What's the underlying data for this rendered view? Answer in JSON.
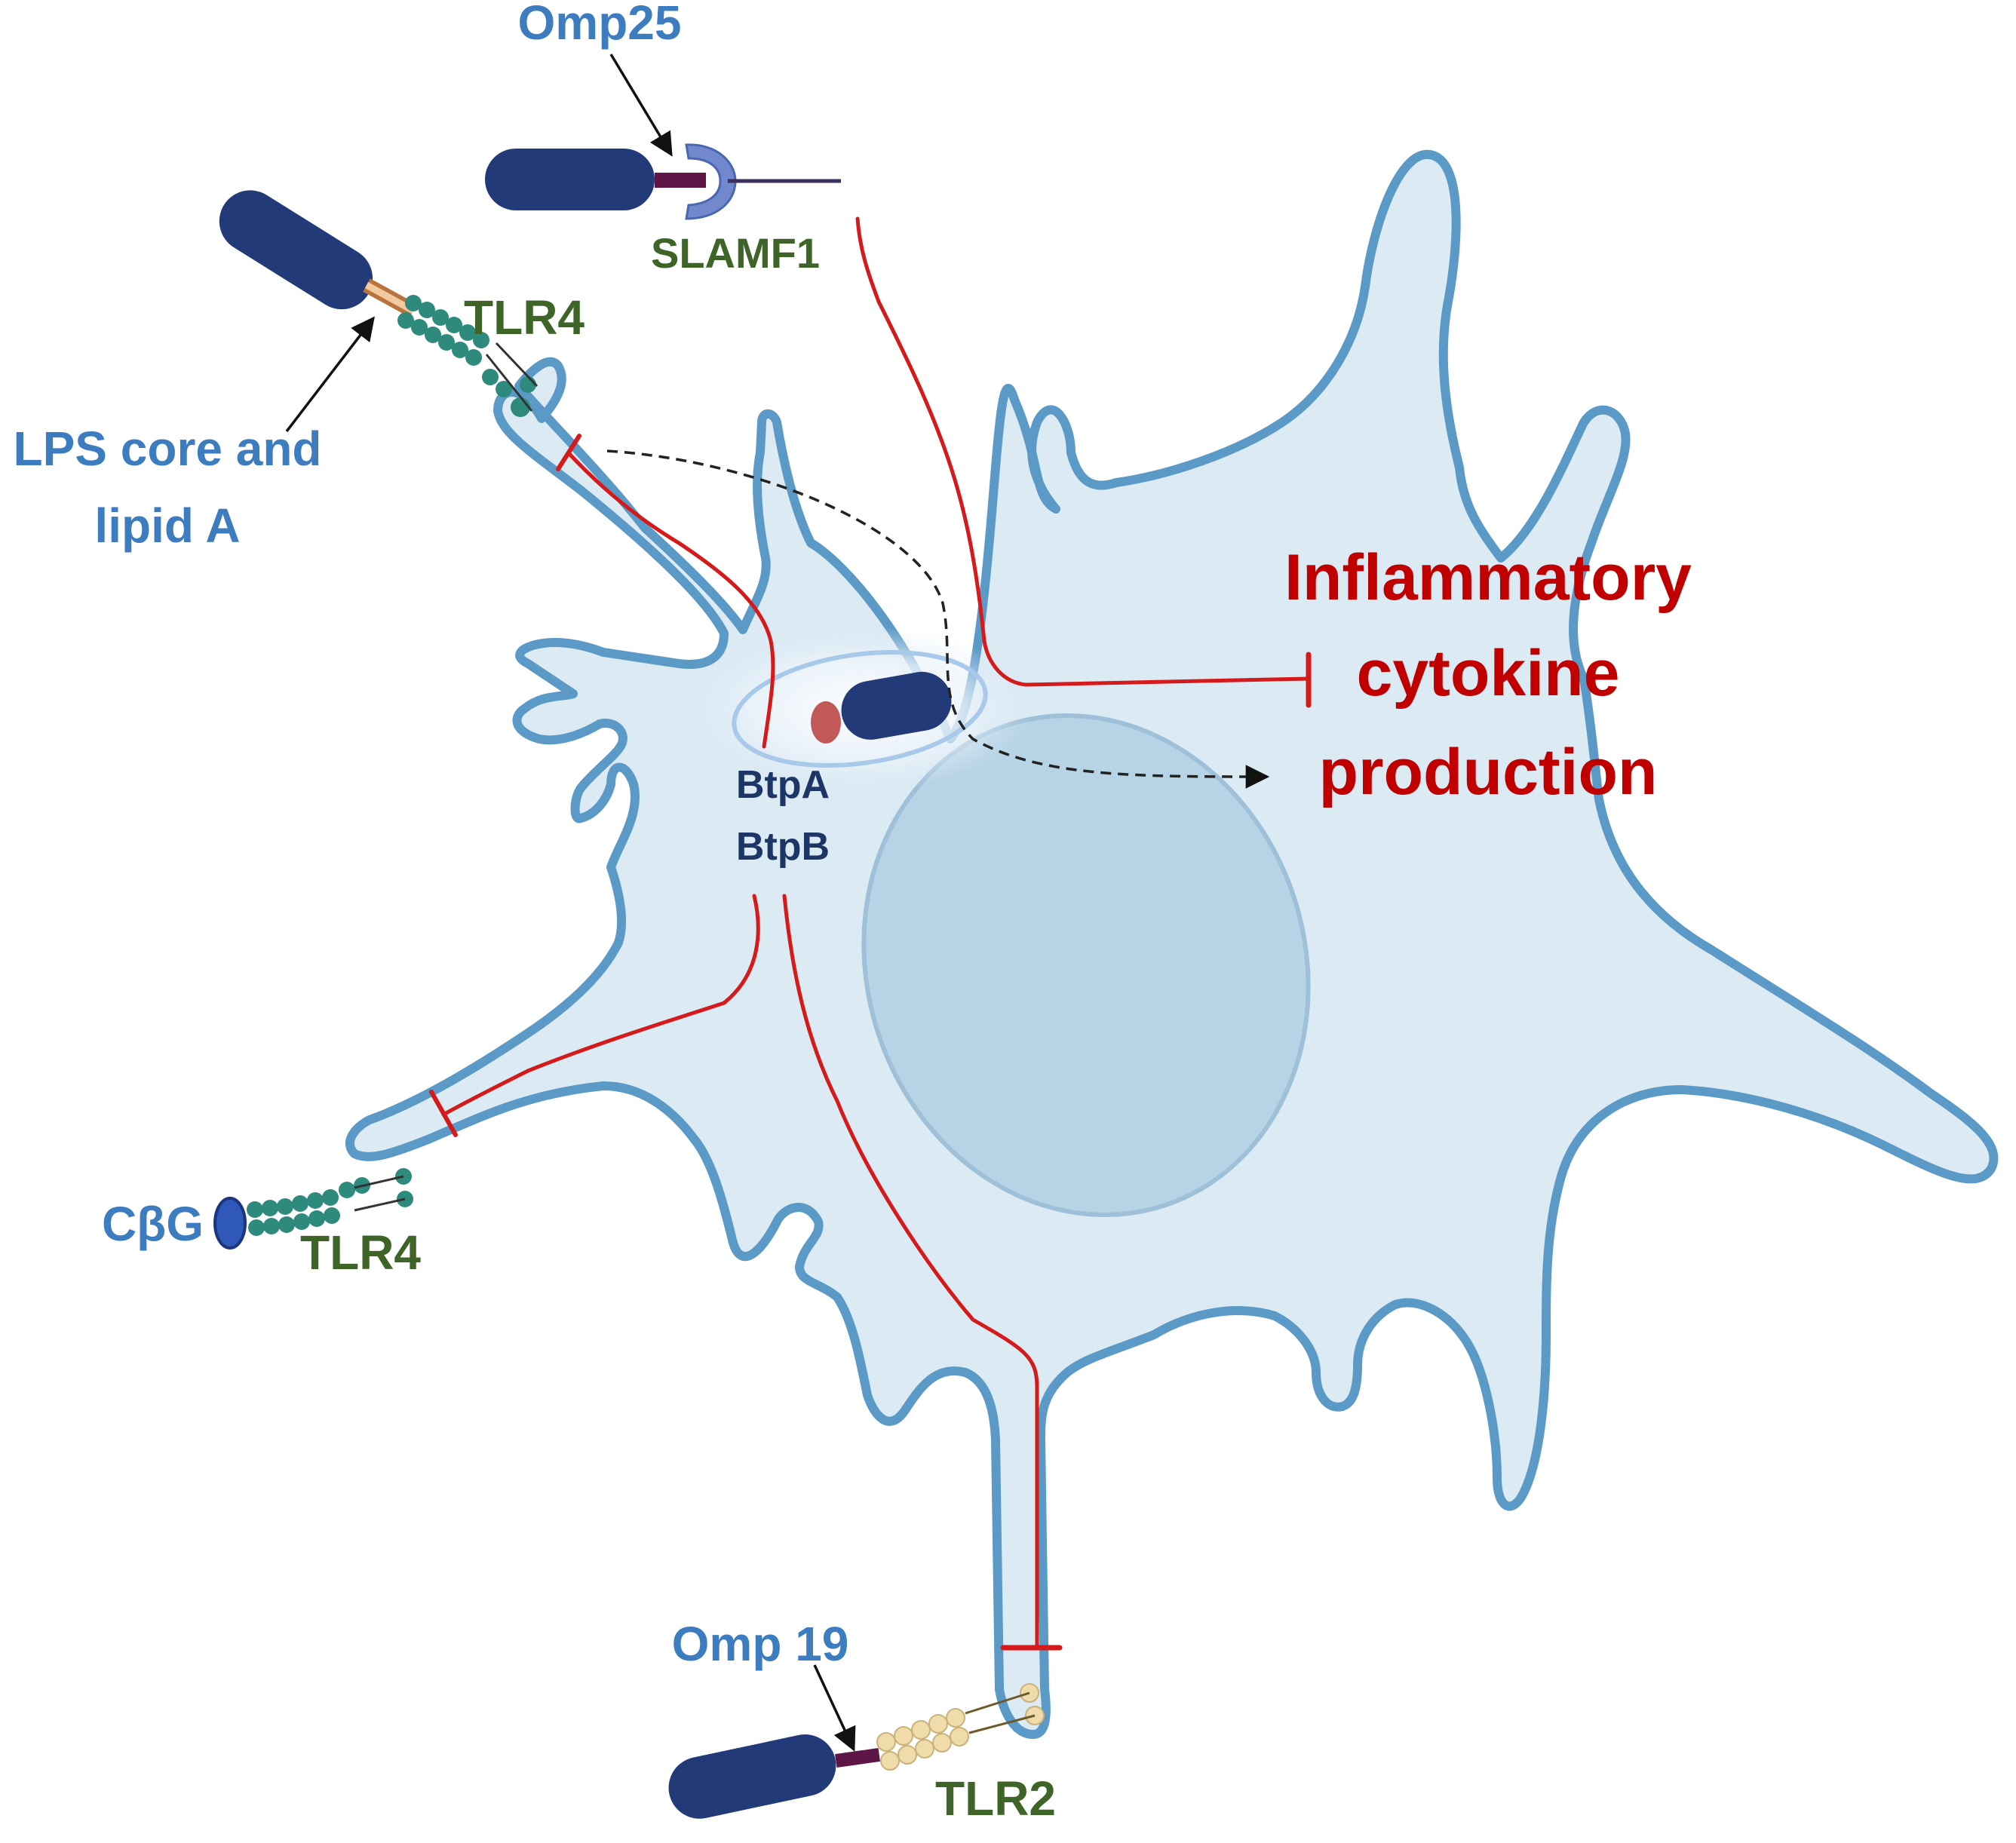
{
  "labels": {
    "omp25": "Omp25",
    "slamf1": "SLAMF1",
    "tlr4_top": "TLR4",
    "lps_line1": "LPS core and",
    "lps_line2": "lipid A",
    "btpa": "BtpA",
    "btpb": "BtpB",
    "inflammatory_line1": "Inflammatory",
    "inflammatory_line2": "cytokine",
    "inflammatory_line3": "production",
    "cbg": "CβG",
    "tlr4_bottom": "TLR4",
    "omp19": "Omp 19",
    "tlr2": "TLR2"
  },
  "colors": {
    "cell_fill": "#dceaf4",
    "cell_outline": "#5b9ac7",
    "nucleus_fill": "#b7d3e6",
    "bacterium": "#223a78",
    "tlr4_beads": "#2e8a7c",
    "tlr2_beads": "#efdcaa",
    "slamf1": "#7189cc",
    "inhibition_line": "#d41a1a",
    "dashed_arrow": "#222222",
    "label_blue": "#3d7dbf",
    "label_green": "#3e6428",
    "label_navy": "#1e3666",
    "label_red": "#c00000"
  }
}
